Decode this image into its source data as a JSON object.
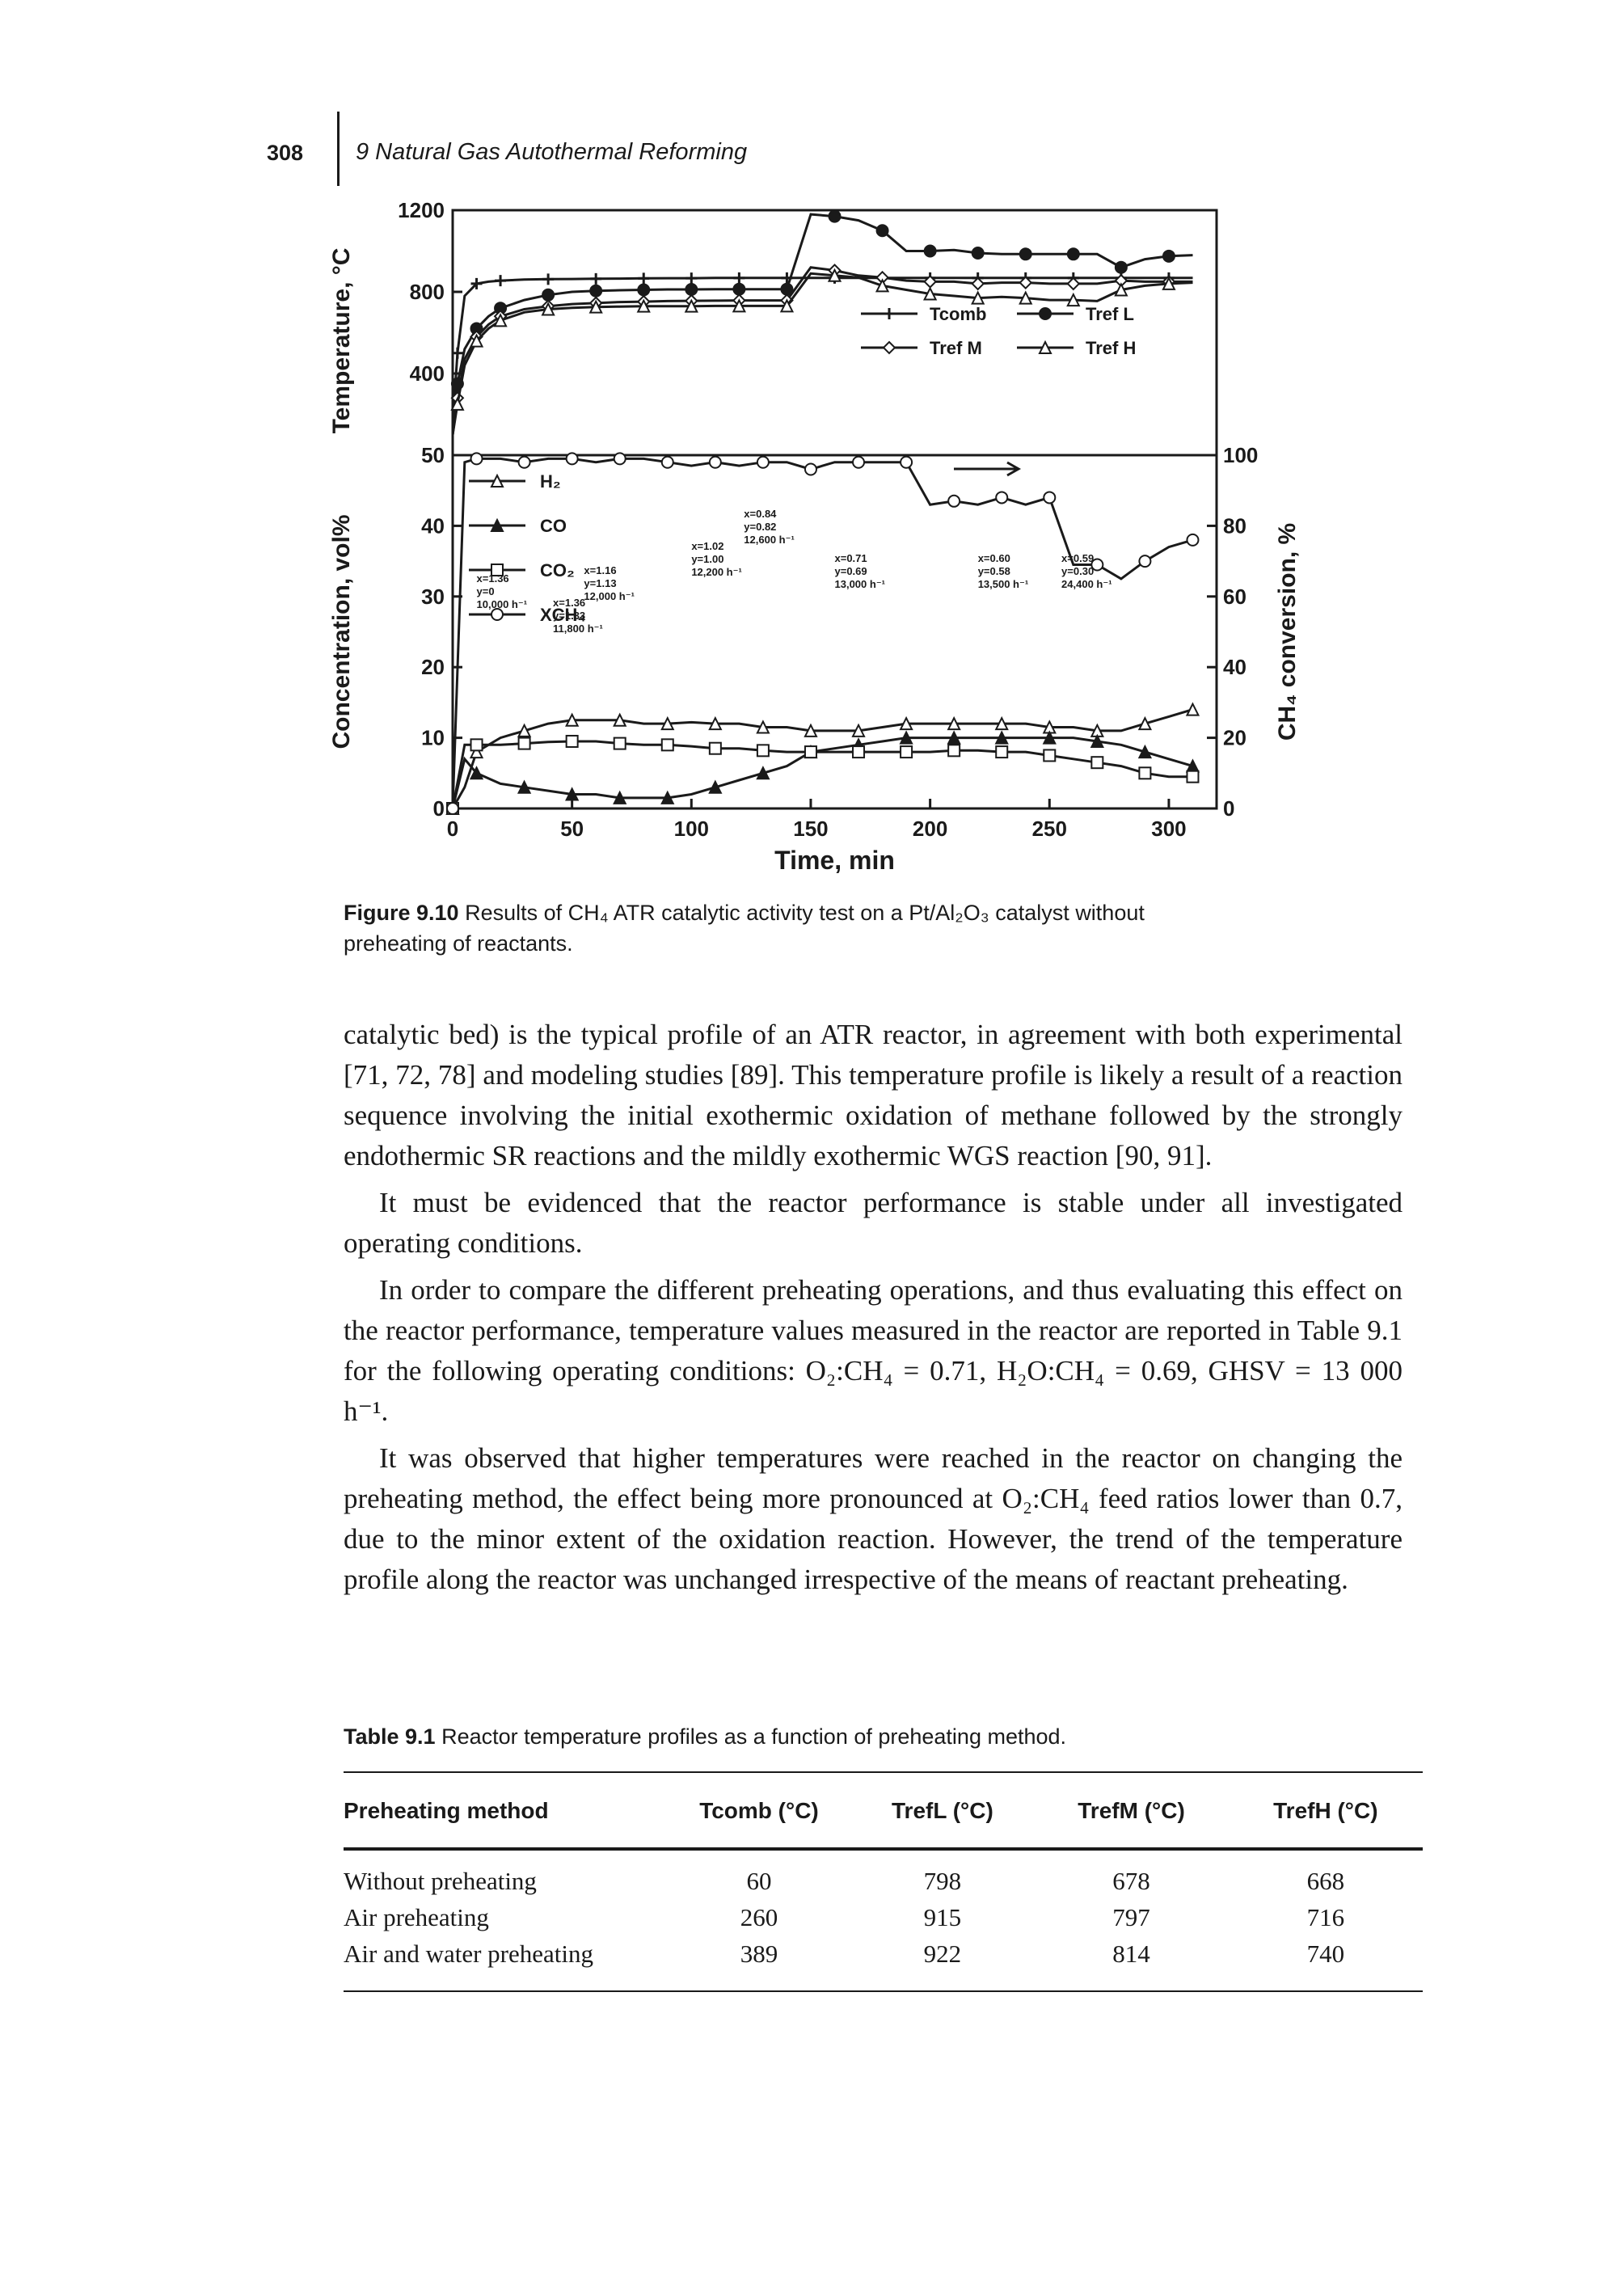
{
  "running_head": {
    "page_number": "308",
    "chapter_title": "9 Natural Gas Autothermal Reforming"
  },
  "figure": {
    "caption_label": "Figure 9.10",
    "caption_text": "Results of CH₄ ATR catalytic activity test on a Pt/Al₂O₃ catalyst without preheating of reactants."
  },
  "chart_data": [
    {
      "type": "line",
      "panel": "top",
      "ylabel": "Temperature, °C",
      "x": [
        0,
        2,
        5,
        10,
        15,
        20,
        30,
        40,
        50,
        60,
        70,
        80,
        90,
        100,
        110,
        120,
        130,
        140,
        150,
        160,
        170,
        180,
        190,
        200,
        210,
        220,
        230,
        240,
        250,
        260,
        270,
        280,
        290,
        300,
        310
      ],
      "xlim": [
        0,
        320
      ],
      "ylim": [
        0,
        1200
      ],
      "y_ticks": [
        400,
        800,
        1200
      ],
      "y_tick_labels": [
        "400",
        "800",
        "1200"
      ],
      "legend": [
        "Tcomb",
        "Tref L",
        "Tref M",
        "Tref H"
      ],
      "series": [
        {
          "name": "Tcomb",
          "color": "#1a1a1a",
          "values": [
            150,
            500,
            780,
            840,
            850,
            855,
            860,
            862,
            863,
            864,
            865,
            866,
            867,
            867,
            868,
            868,
            868,
            868,
            868,
            868,
            868,
            868,
            868,
            868,
            868,
            868,
            868,
            868,
            868,
            868,
            868,
            868,
            868,
            868,
            868
          ]
        },
        {
          "name": "Tref L",
          "color": "#1a1a1a",
          "values": [
            100,
            350,
            520,
            620,
            680,
            720,
            760,
            785,
            800,
            805,
            808,
            810,
            812,
            812,
            813,
            813,
            813,
            813,
            1180,
            1170,
            1150,
            1100,
            1000,
            1000,
            1005,
            990,
            985,
            985,
            985,
            985,
            985,
            920,
            960,
            975,
            980
          ]
        },
        {
          "name": "Tref M",
          "color": "#1a1a1a",
          "values": [
            100,
            280,
            470,
            580,
            640,
            680,
            715,
            730,
            740,
            745,
            750,
            752,
            755,
            756,
            757,
            758,
            758,
            758,
            920,
            905,
            880,
            870,
            855,
            850,
            850,
            840,
            845,
            845,
            840,
            840,
            840,
            855,
            850,
            850,
            850
          ]
        },
        {
          "name": "Tref H",
          "color": "#1a1a1a",
          "values": [
            100,
            250,
            440,
            560,
            620,
            660,
            700,
            715,
            722,
            726,
            728,
            730,
            730,
            730,
            731,
            731,
            731,
            731,
            890,
            880,
            870,
            830,
            810,
            790,
            780,
            770,
            775,
            770,
            760,
            760,
            755,
            810,
            830,
            840,
            845
          ]
        }
      ]
    },
    {
      "type": "line",
      "panel": "bottom",
      "xlabel": "Time, min",
      "ylabel": "Concentration, vol%",
      "y2label": "CH₄ conversion, %",
      "x": [
        0,
        5,
        10,
        20,
        30,
        40,
        50,
        60,
        70,
        80,
        90,
        100,
        110,
        120,
        130,
        140,
        150,
        160,
        170,
        180,
        190,
        200,
        210,
        220,
        230,
        240,
        250,
        260,
        270,
        280,
        290,
        300,
        310
      ],
      "xlim": [
        0,
        320
      ],
      "ylim": [
        0,
        50
      ],
      "y2lim": [
        0,
        100
      ],
      "x_ticks": [
        0,
        50,
        100,
        150,
        200,
        250,
        300
      ],
      "x_tick_labels": [
        "0",
        "50",
        "100",
        "150",
        "200",
        "250",
        "300"
      ],
      "y_ticks": [
        0,
        10,
        20,
        30,
        40,
        50
      ],
      "y_tick_labels": [
        "0",
        "10",
        "20",
        "30",
        "40",
        "50"
      ],
      "y2_ticks": [
        0,
        20,
        40,
        60,
        80,
        100
      ],
      "y2_tick_labels": [
        "0",
        "20",
        "40",
        "60",
        "80",
        "100"
      ],
      "legend": [
        "H₂",
        "CO",
        "CO₂",
        "XCH₄"
      ],
      "annotations": [
        {
          "x": 10,
          "text": "x=1.36 y=0 10,000 h⁻¹"
        },
        {
          "x": 42,
          "text": "x=1.36 y=1.33 11,800 h⁻¹"
        },
        {
          "x": 55,
          "text": "x=1.16 y=1.13 12,000 h⁻¹"
        },
        {
          "x": 100,
          "text": "x=1.02 y=1.00 12,200 h⁻¹"
        },
        {
          "x": 122,
          "text": "x=0.84 y=0.82 12,600 h⁻¹"
        },
        {
          "x": 160,
          "text": "x=0.71 y=0.69 13,000 h⁻¹"
        },
        {
          "x": 220,
          "text": "x=0.60 y=0.58 13,500 h⁻¹"
        },
        {
          "x": 255,
          "text": "x=0.59 y=0.30 24,400 h⁻¹"
        }
      ],
      "series": [
        {
          "name": "H₂",
          "color": "#1a1a1a",
          "axis": "left",
          "values": [
            0,
            3,
            8,
            10,
            11,
            12,
            12.5,
            12.5,
            12.5,
            12,
            12,
            12.2,
            12,
            12,
            11.5,
            11.5,
            11,
            11,
            11,
            11.5,
            12,
            12,
            12,
            12,
            12,
            12,
            11.5,
            11.5,
            11,
            11,
            12,
            13,
            14
          ]
        },
        {
          "name": "CO",
          "color": "#1a1a1a",
          "axis": "left",
          "values": [
            0,
            7,
            5,
            3.5,
            3,
            2.5,
            2,
            2,
            1.5,
            1.5,
            1.5,
            2,
            3,
            4,
            5,
            6,
            8,
            8.5,
            9,
            9.5,
            10,
            10,
            10,
            10,
            10,
            10,
            10,
            10,
            9.5,
            9,
            8,
            7,
            6
          ]
        },
        {
          "name": "CO₂",
          "color": "#1a1a1a",
          "axis": "left",
          "values": [
            0,
            9,
            9,
            9,
            9.2,
            9.4,
            9.5,
            9.5,
            9.2,
            9.0,
            9.0,
            8.8,
            8.5,
            8.5,
            8.2,
            8.0,
            8.0,
            8.0,
            8.0,
            8.0,
            8.0,
            8.0,
            8.2,
            8.2,
            8.0,
            8.0,
            7.5,
            7.0,
            6.5,
            6.0,
            5.0,
            4.5,
            4.5
          ]
        },
        {
          "name": "XCH₄",
          "color": "#1a1a1a",
          "axis": "right",
          "values": [
            0,
            98,
            99,
            99,
            98,
            99,
            99,
            98,
            99,
            99,
            98,
            97,
            98,
            97,
            98,
            98,
            96,
            98,
            98,
            98,
            98,
            86,
            87,
            86,
            88,
            86,
            88,
            69,
            69,
            65,
            70,
            74,
            76
          ]
        }
      ]
    }
  ],
  "body": {
    "paragraphs": [
      "catalytic bed) is the typical profile of an ATR reactor, in agreement with both experimental [71, 72, 78] and modeling studies [89]. This temperature profile is likely a result of a reaction sequence involving the initial exothermic oxidation of methane followed by the strongly endothermic SR reactions and the mildly exothermic WGS reaction [90, 91].",
      "It must be evidenced that the reactor performance is stable under all investigated operating conditions.",
      "In order to compare the different preheating operations, and thus evaluating this effect on the reactor performance, temperature values measured in the reactor are reported in Table 9.1 for the following operating conditions: O₂:CH₄ = 0.71, H₂O:CH₄ = 0.69, GHSV = 13 000 h⁻¹.",
      "It was observed that higher temperatures were reached in the reactor on changing the preheating method, the effect being more pronounced at O₂:CH₄ feed ratios lower than 0.7, due to the minor extent of the oxidation reaction. However, the trend of the temperature profile along the reactor was unchanged irrespective of the means of reactant preheating."
    ]
  },
  "table": {
    "caption_label": "Table 9.1",
    "caption_text": "Reactor temperature profiles as a function of preheating method.",
    "headers": [
      "Preheating method",
      "Tcomb (°C)",
      "TrefL (°C)",
      "TrefM (°C)",
      "TrefH (°C)"
    ],
    "rows": [
      [
        "Without preheating",
        "60",
        "798",
        "678",
        "668"
      ],
      [
        "Air preheating",
        "260",
        "915",
        "797",
        "716"
      ],
      [
        "Air and water preheating",
        "389",
        "922",
        "814",
        "740"
      ]
    ]
  }
}
